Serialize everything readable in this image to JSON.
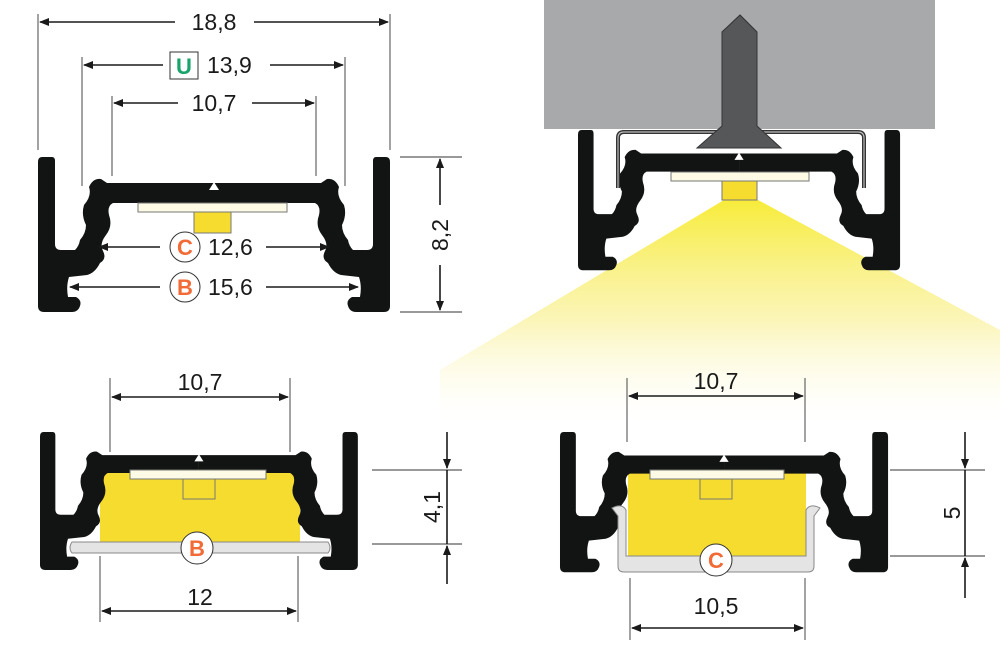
{
  "colors": {
    "profile": "#111413",
    "ceiling": "#a7a9ab",
    "screw": "#555759",
    "led_strip": "#fdfbe5",
    "led_chip": "#f6dc2f",
    "light": "#f7ec3a",
    "badge_orange": "#f26a35",
    "badge_green": "#1aa36b",
    "diffuser": "#e4e4e4"
  },
  "top_profile": {
    "width_outer": "18,8",
    "width_u": "13,9",
    "u_badge": "U",
    "width_inner": "10,7",
    "width_c": "12,6",
    "c_badge": "C",
    "width_b": "15,6",
    "b_badge": "B",
    "height": "8,2"
  },
  "bottom_left": {
    "width_top": "10,7",
    "height": "4,1",
    "width_bottom": "12",
    "badge": "B"
  },
  "bottom_right": {
    "width_top": "10,7",
    "height": "5",
    "width_bottom": "10,5",
    "badge": "C"
  }
}
